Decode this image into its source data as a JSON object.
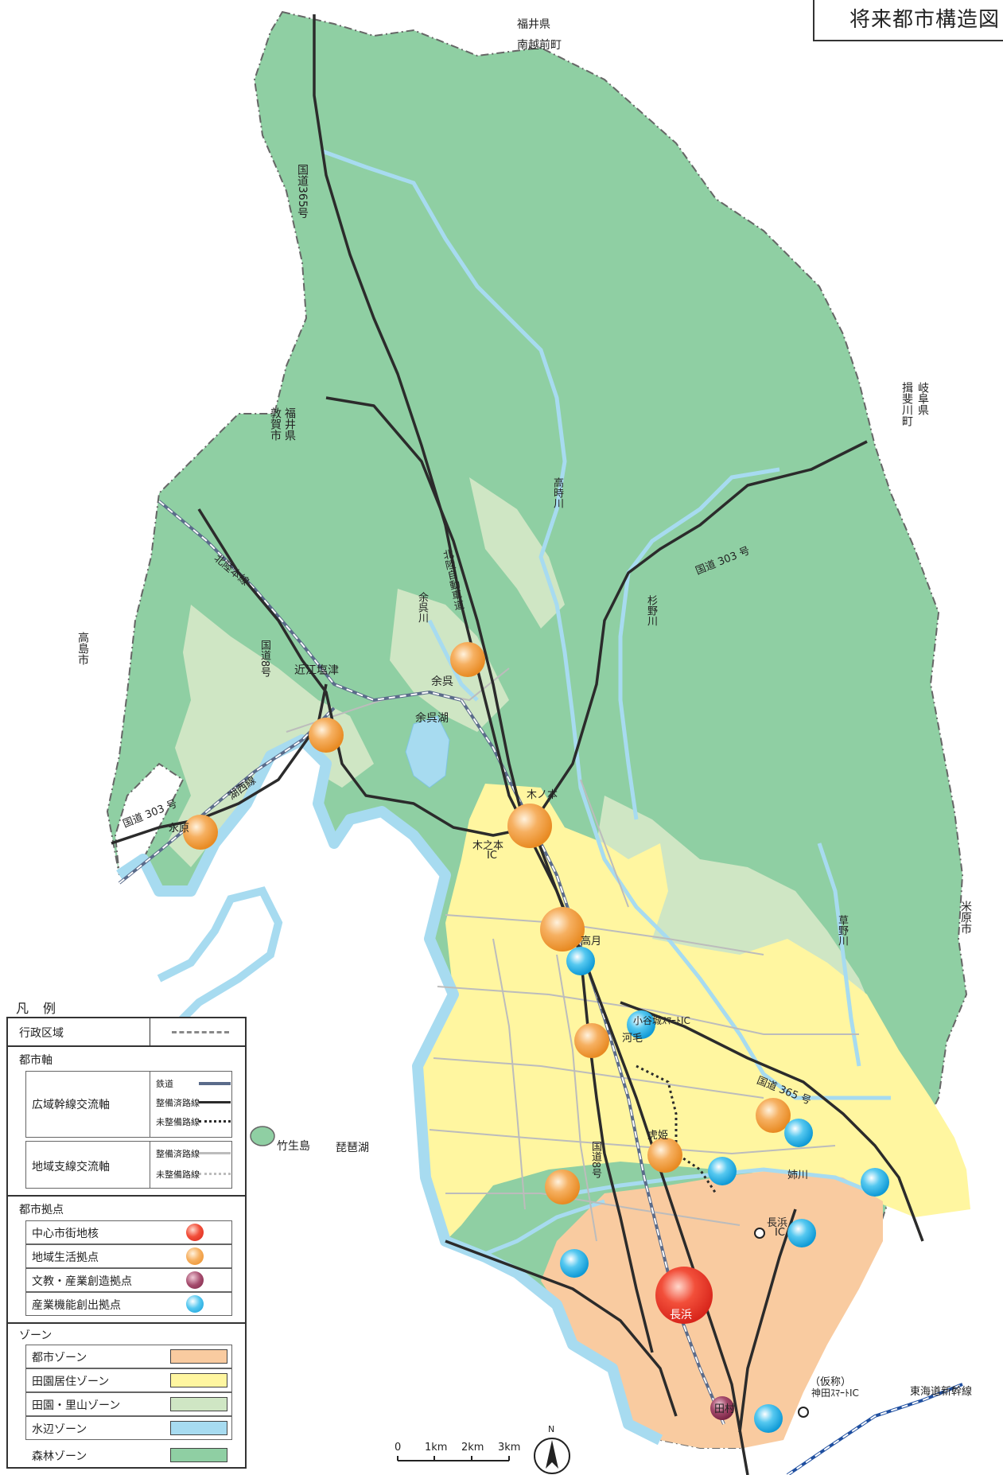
{
  "title": "将来都市構造図",
  "colors": {
    "forest": "#8fcfa3",
    "satoyama": "#cfe6c4",
    "denen": "#fff6a0",
    "toshi": "#f9cba0",
    "water": "#a7dbf0",
    "lake": "#a7dbf0",
    "road": "#2b2b2b",
    "rail": "#5a6b8a",
    "local_road": "#bcbcbc",
    "center": "#e8332a",
    "local": "#f3a03a",
    "culture": "#9a3a5a",
    "industry": "#29b0e4"
  },
  "places": {
    "fukui_minamiechizen": [
      "福井県",
      "南越前町"
    ],
    "fukui_tsuruga": [
      "福井県",
      "敦賀市"
    ],
    "gifu_ibigawa": [
      "岐阜県",
      "揖斐川町"
    ],
    "takashima": "高島市",
    "maibara": "米原市",
    "biwako": "琵琶湖",
    "chikubushima": "竹生島",
    "omi_shiotsu": "近江塩津",
    "yogo": "余呉",
    "yogo_lake": "余呉湖",
    "kinomoto": "木ノ本",
    "kinomoto_ic": [
      "木之本",
      "IC"
    ],
    "nagahara": "永原",
    "takatsuki": "高月",
    "kawake": "河毛",
    "odanijo_ic": "小谷城ｽﾏｰﾄIC",
    "torahime": "虎姫",
    "nagahama": "長浜",
    "nagahama_ic": [
      "長浜",
      "IC"
    ],
    "tamura": "田村",
    "kanda_ic": [
      "（仮称）",
      "神田ｽﾏｰﾄIC"
    ],
    "shinkansen": "東海道新幹線",
    "anegawa": "姉川"
  },
  "roads": {
    "r365_north": "国道365号",
    "r365_south": "国道 365 号",
    "r303_east": "国道 303 号",
    "r303_west": "国道 303 号",
    "r8_north": "国道8号",
    "r8_south": "国道8号",
    "hokuriku_exp": "北陸自動車道",
    "hokuriku_line": "北陸本線",
    "kosei_line": "湖西線"
  },
  "rivers": {
    "takatoki": "高時川",
    "yogo_river": "余呉川",
    "sugino": "杉野川",
    "kusano": "草野川"
  },
  "legend": {
    "heading": "凡例",
    "boundary": "行政区域",
    "axis_section": "都市軸",
    "wide_axis": "広域幹線交流軸",
    "branch_axis": "地域支線交流軸",
    "railway": "鉄道",
    "developed": "整備済路線",
    "undeveloped": "未整備路線",
    "hub_section": "都市拠点",
    "hub_center": "中心市街地核",
    "hub_local": "地域生活拠点",
    "hub_culture": "文教・産業創造拠点",
    "hub_industry": "産業機能創出拠点",
    "zone_section": "ゾーン",
    "zone_toshi": "都市ゾーン",
    "zone_denen": "田園居住ゾーン",
    "zone_satoyama": "田園・里山ゾーン",
    "zone_water": "水辺ゾーン",
    "zone_forest": "森林ゾーン"
  },
  "scale": {
    "ticks": [
      "0",
      "1km",
      "2km",
      "3km"
    ],
    "north": "N"
  }
}
